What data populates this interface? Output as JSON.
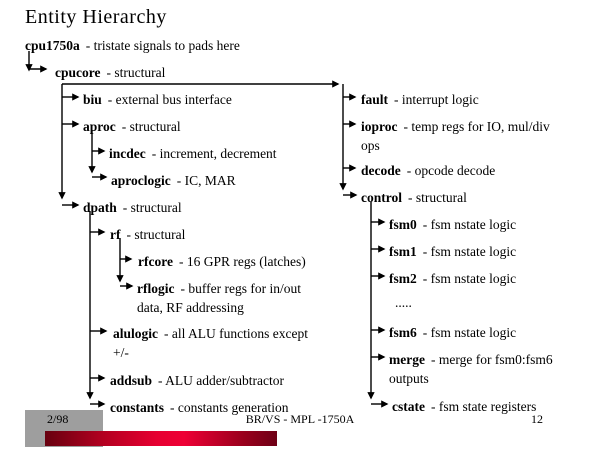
{
  "slide": {
    "title": "Entity Hierarchy",
    "footer": {
      "date": "2/98",
      "center": "BR/VS - MPL -1750A",
      "page": "12"
    }
  },
  "colors": {
    "bar_dark": "#67000f",
    "bar_bright": "#e60031",
    "footer_box_gray": "#9e9e9e",
    "text": "#000000"
  },
  "tree": {
    "root": {
      "name": "cpu1750a",
      "desc": "- tristate signals to pads here"
    },
    "core": {
      "name": "cpucore",
      "desc": "- structural"
    },
    "left": [
      {
        "name": "biu",
        "desc": "- external bus interface"
      },
      {
        "name": "aproc",
        "desc": "- structural"
      },
      {
        "name": "incdec",
        "desc": "- increment, decrement"
      },
      {
        "name": "aproclogic",
        "desc": "- IC, MAR"
      },
      {
        "name": "dpath",
        "desc": "- structural"
      },
      {
        "name": "rf",
        "desc": "- structural"
      },
      {
        "name": "rfcore",
        "desc": "- 16 GPR regs (latches)"
      },
      {
        "name": "rflogic",
        "desc": "- buffer regs for in/out",
        "desc2": "data, RF addressing"
      },
      {
        "name": "alulogic",
        "desc": "- all ALU functions except",
        "desc2": "+/-"
      },
      {
        "name": "addsub",
        "desc": "- ALU adder/subtractor"
      },
      {
        "name": "constants",
        "desc": "- constants generation"
      }
    ],
    "right": [
      {
        "name": "fault",
        "desc": "- interrupt logic"
      },
      {
        "name": "ioproc",
        "desc": "- temp regs for IO, mul/div",
        "desc2": "ops"
      },
      {
        "name": "decode",
        "desc": "- opcode decode"
      },
      {
        "name": "control",
        "desc": "- structural"
      },
      {
        "name": "fsm0",
        "desc": "- fsm nstate logic"
      },
      {
        "name": "fsm1",
        "desc": "- fsm nstate logic"
      },
      {
        "name": "fsm2",
        "desc": "- fsm nstate logic"
      },
      {
        "name": "fsm6",
        "desc": "- fsm nstate logic"
      },
      {
        "name": "merge",
        "desc": "- merge for fsm0:fsm6",
        "desc2": "outputs"
      },
      {
        "name": "cstate",
        "desc": "- fsm state registers"
      }
    ],
    "ellipsis": "....."
  }
}
